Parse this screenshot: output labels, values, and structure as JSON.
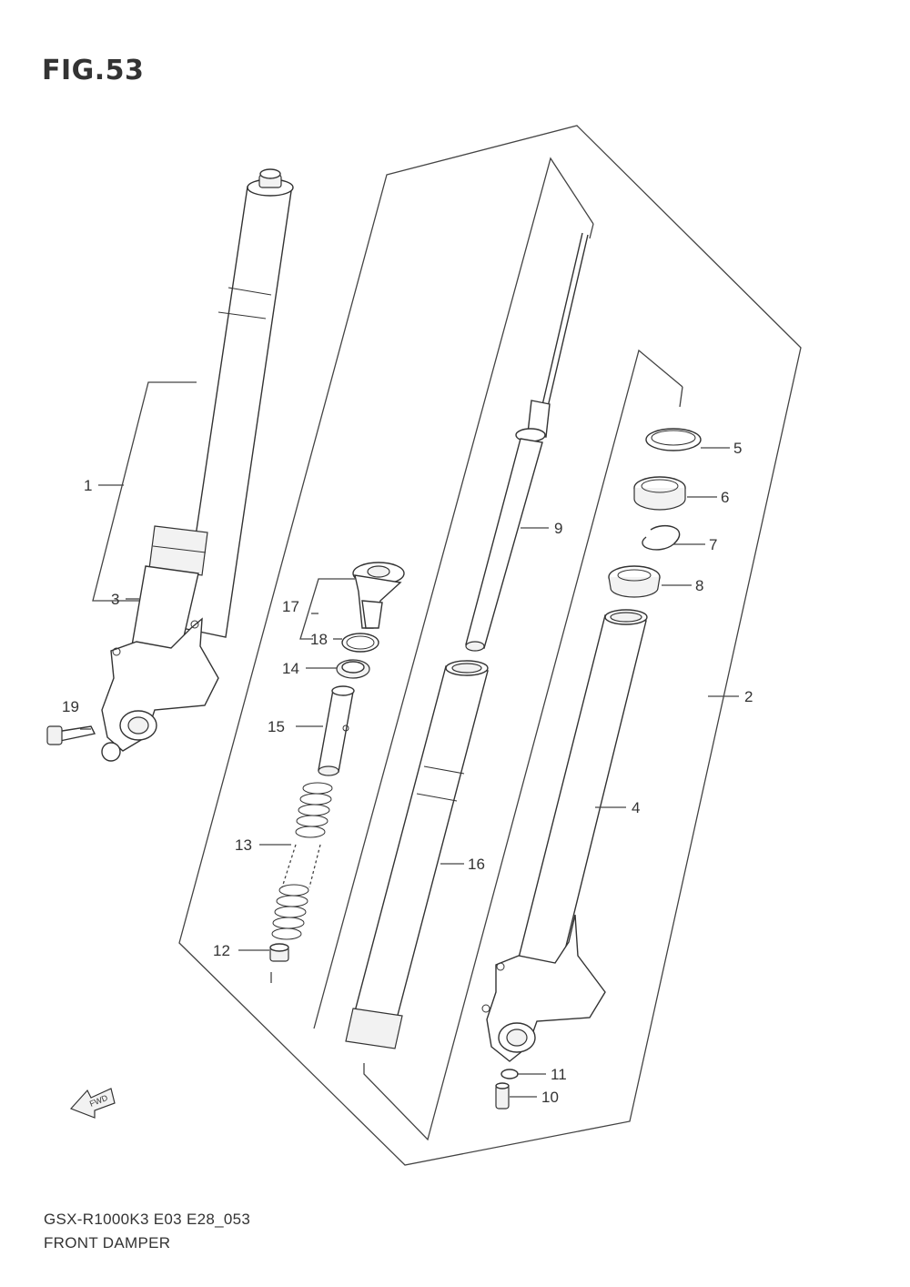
{
  "figure": {
    "title": "FIG.53",
    "model_code": "GSX-R1000K3 E03 E28_053",
    "subtitle": "FRONT DAMPER"
  },
  "fwd_badge": {
    "text": "FWD",
    "icon": "forward-arrow-icon"
  },
  "callouts": [
    {
      "id": "1",
      "label": "1"
    },
    {
      "id": "2",
      "label": "2"
    },
    {
      "id": "3",
      "label": "3"
    },
    {
      "id": "4",
      "label": "4"
    },
    {
      "id": "5",
      "label": "5"
    },
    {
      "id": "6",
      "label": "6"
    },
    {
      "id": "7",
      "label": "7"
    },
    {
      "id": "8",
      "label": "8"
    },
    {
      "id": "9",
      "label": "9"
    },
    {
      "id": "10",
      "label": "10"
    },
    {
      "id": "11",
      "label": "11"
    },
    {
      "id": "12",
      "label": "12"
    },
    {
      "id": "13",
      "label": "13"
    },
    {
      "id": "14",
      "label": "14"
    },
    {
      "id": "15",
      "label": "15"
    },
    {
      "id": "16",
      "label": "16"
    },
    {
      "id": "17",
      "label": "17"
    },
    {
      "id": "18",
      "label": "18"
    },
    {
      "id": "19",
      "label": "19"
    }
  ]
}
